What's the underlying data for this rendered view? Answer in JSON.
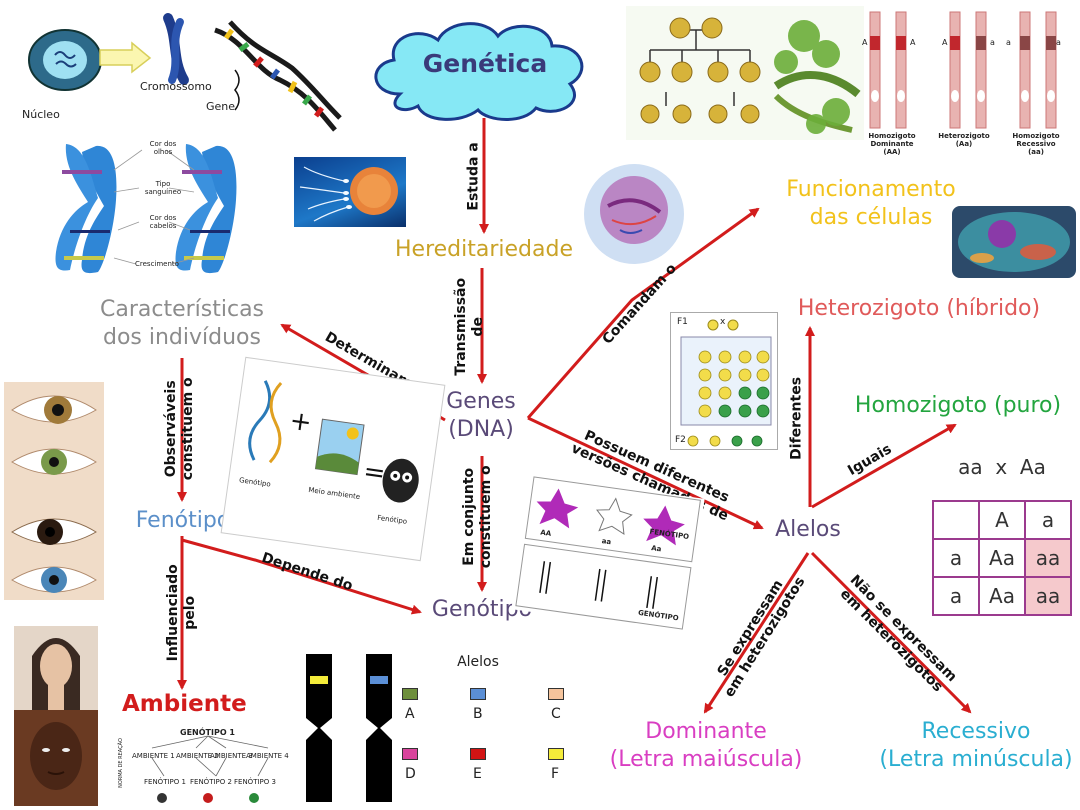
{
  "nodes": {
    "genetica": "Genética",
    "hereditariedade": "Hereditariedade",
    "genes_line1": "Genes",
    "genes_line2": "(DNA)",
    "caracteristicas_line1": "Características",
    "caracteristicas_line2": "dos indivíduos",
    "fenotipo": "Fenótipo",
    "genotipo": "Genótipo",
    "ambiente": "Ambiente",
    "alelos": "Alelos",
    "funcionamento_line1": "Funcionamento",
    "funcionamento_line2": "das células",
    "heterozigoto": "Heterozigoto (híbrido)",
    "homozigoto": "Homozigoto (puro)",
    "dominante_line1": "Dominante",
    "dominante_line2": "(Letra maiúscula)",
    "recessivo_line1": "Recessivo",
    "recessivo_line2": "(Letra minúscula)"
  },
  "links": {
    "estuda_a": "Estuda a",
    "transmissao_line1": "Transmissão",
    "transmissao_line2": "de",
    "determinam_as": "Determinam as",
    "observaveis_line1": "Observáveis",
    "observaveis_line2": "constituem o",
    "em_conjunto_line1": "Em conjunto",
    "em_conjunto_line2": "constituem o",
    "depende_do": "Depende do",
    "influenciado_line1": "Influenciado",
    "influenciado_line2": "pelo",
    "comandam_o": "Comandam o",
    "possuem_line1": "Possuem diferentes",
    "possuem_line2": "versões chamadas de",
    "diferentes": "Diferentes",
    "iguais": "Iguais",
    "se_expressam_line1": "Se expressam",
    "se_expressam_line2": "em heterozigotos",
    "nao_se_expressam_line1": "Não se expressam",
    "nao_se_expressam_line2": "em heterozigotos"
  },
  "cell_figure": {
    "nucleo": "Núcleo",
    "cromossomo": "Cromossomo",
    "gene": "Gene"
  },
  "chromosome_figure": {
    "cor_olhos_1": "Cor dos",
    "cor_olhos_2": "olhos",
    "tipo_sanguineo_1": "Tipo",
    "tipo_sanguineo_2": "sanguíneo",
    "cor_cabelos_1": "Cor dos",
    "cor_cabelos_2": "cabelos",
    "crescimento": "Crescimento"
  },
  "zygote_figure": {
    "a_big": "A",
    "a_small": "a",
    "dominante_label": [
      "Homozigoto",
      "Dominante",
      "(AA)"
    ],
    "heterozigoto_label": [
      "Heterozigoto",
      "(Aa)"
    ],
    "recessivo_label": [
      "Homozigoto",
      "Recessivo",
      "(aa)"
    ]
  },
  "genotype_env_figure": {
    "genotipo": "Genótipo",
    "meio_ambiente": "Meio ambiente",
    "fenotipo": "Fenótipo",
    "plus": "+",
    "equals": "="
  },
  "flower_figure": {
    "aa_left": "AA",
    "aa_mid": "aa",
    "aa_right": "Aa",
    "fenotipo": "FENÓTIPO",
    "genotipo": "GENÓTIPO"
  },
  "punnett": {
    "cross": "aa  x  Aa",
    "header": [
      "",
      "A",
      "a"
    ],
    "rows": [
      [
        "a",
        "Aa",
        "aa"
      ],
      [
        "a",
        "Aa",
        "aa"
      ]
    ]
  },
  "alelos_legend": {
    "title": "Alelos",
    "items": [
      {
        "label": "A",
        "color": "#6e8f3c"
      },
      {
        "label": "B",
        "color": "#5b8fd6"
      },
      {
        "label": "C",
        "color": "#f5c49c"
      },
      {
        "label": "D",
        "color": "#d9449c"
      },
      {
        "label": "E",
        "color": "#d21414"
      },
      {
        "label": "F",
        "color": "#f4ec3a"
      }
    ]
  },
  "environment_figure": {
    "genotipo": "GENÓTIPO 1",
    "ambientes": [
      "AMBIENTE 1",
      "AMBIENTE 2",
      "AMBIENTE 3",
      "AMBIENTE 4"
    ],
    "fenotipos": [
      "FENÓTIPO 1",
      "FENÓTIPO 2",
      "FENÓTIPO 3"
    ],
    "side": "NORMA DE REAÇÃO"
  },
  "pea_cross": {
    "f1": "F1",
    "f2": "F2",
    "x": "x"
  },
  "colors": {
    "genetica": "#3a3a7a",
    "hereditariedade": "#c9a227",
    "genes": "#5a4a78",
    "caracteristicas": "#8c8c8c",
    "fenotipo": "#5b8fc9",
    "genotipo": "#5a4a78",
    "ambiente": "#d21c1c",
    "alelos": "#5a4a78",
    "funcionamento": "#f2c21b",
    "heterozigoto": "#e05a5a",
    "homozigoto": "#23a53f",
    "dominante": "#d93ec2",
    "recessivo": "#2aaed1",
    "arrow": "#d21c1c",
    "cloud_fill": "#86e8f5"
  }
}
